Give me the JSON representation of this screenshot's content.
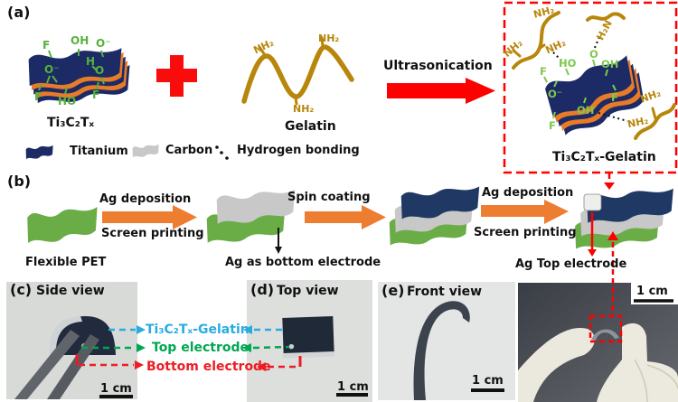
{
  "panel_a": {
    "label": "(a)",
    "mxene_label": "Ti₃C₂Tₓ",
    "gelatin_label": "Gelatin",
    "arrow_label": "Ultrasonication",
    "product_label": "Ti₃C₂Tₓ-Gelatin",
    "amine": "NH₂",
    "amine_rev": "H₂N",
    "groups": {
      "f": "F",
      "oh": "OH",
      "o_minus": "O⁻",
      "ho": "HO",
      "h": "H",
      "o": "O"
    },
    "legend": [
      {
        "icon": "titanium-flake-icon",
        "label": "Titanium"
      },
      {
        "icon": "carbon-flake-icon",
        "label": "Carbon"
      },
      {
        "icon": "hydrogen-bond-dots-icon",
        "label": "Hydrogen bonding"
      }
    ]
  },
  "panel_b": {
    "label": "(b)",
    "substrate_label": "Flexible PET",
    "arrow1": {
      "top": "Ag deposition",
      "bottom": "Screen printing"
    },
    "bottom_electrode_label": "Ag as bottom electrode",
    "arrow2": {
      "top": "Spin coating"
    },
    "arrow3": {
      "top": "Ag deposition",
      "bottom": "Screen printing"
    },
    "top_electrode_label": "Ag Top electrode"
  },
  "panel_c": {
    "label": "(c)",
    "title": "Side view",
    "scale_bar": "1 cm"
  },
  "panel_d": {
    "label": "(d)",
    "title": "Top view",
    "scale_bar": "1 cm"
  },
  "panel_e": {
    "label": "(e)",
    "title": "Front view",
    "scale_bar": "1 cm"
  },
  "photo_zoom": {
    "scale_bar": "1 cm"
  },
  "layer_annotations": [
    {
      "label": "Ti₃C₂Tₓ-Gelatin",
      "color": "#29abe2"
    },
    {
      "label": "Top electrode",
      "color": "#00a651"
    },
    {
      "label": "Bottom electrode",
      "color": "#ed1c24"
    }
  ],
  "colors": {
    "titanium_navy": "#1c2a66",
    "carbon_gray": "#c8c8c8",
    "mxene_interlayer_orange": "#e87b28",
    "functional_group_green": "#55b23c",
    "gelatin_gold": "#b8860b",
    "process_arrow_orange": "#ed7d31",
    "pet_green": "#6aad47",
    "highlight_red": "#ff0000",
    "annotation_cyan": "#29abe2",
    "annotation_green": "#00a651",
    "annotation_red": "#ed1c24"
  }
}
